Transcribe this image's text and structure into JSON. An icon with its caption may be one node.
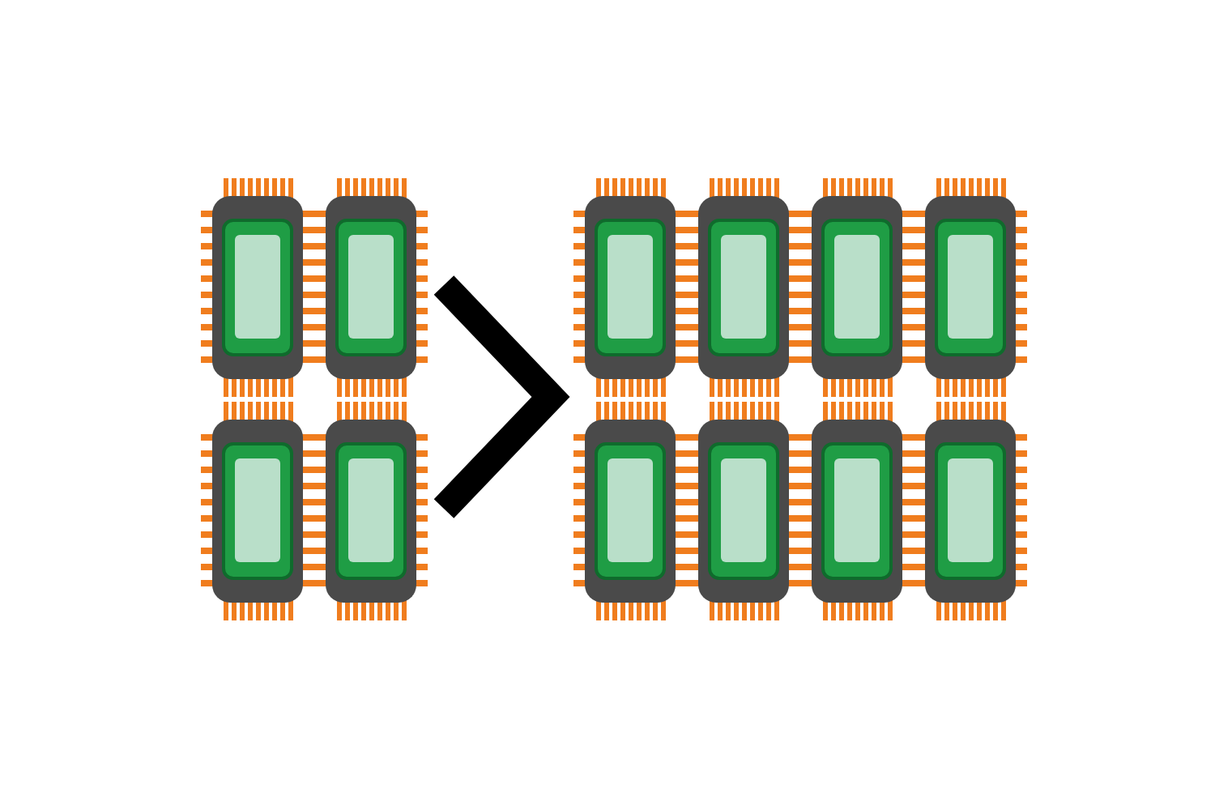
{
  "diagram": {
    "nodes": [
      {
        "text": [],
        "shape": "chip"
      },
      {
        "text": [],
        "shape": "chip"
      },
      {
        "text": [],
        "shape": "chip"
      },
      {
        "text": [],
        "shape": "chip"
      },
      {
        "text": [],
        "shape": "chip"
      },
      {
        "text": [],
        "shape": "chip"
      },
      {
        "text": [],
        "shape": "chip"
      },
      {
        "text": [],
        "shape": "chip"
      },
      {
        "text": [],
        "shape": "chip"
      },
      {
        "text": [],
        "shape": "chip"
      },
      {
        "text": [],
        "shape": "chip"
      },
      {
        "text": [],
        "shape": "chip"
      }
    ]
  }
}
